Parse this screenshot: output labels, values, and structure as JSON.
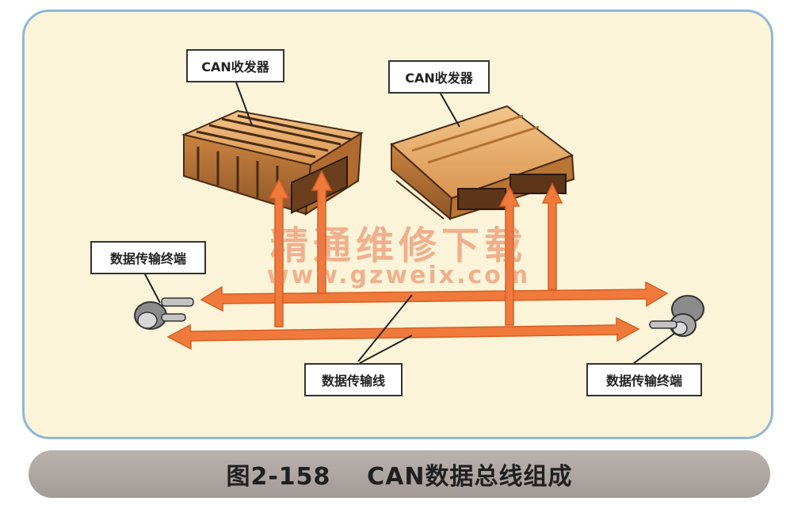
{
  "diagram": {
    "labels": {
      "transceiver_left": "CAN收发器",
      "transceiver_right": "CAN收发器",
      "terminal_left": "数据传输终端",
      "terminal_right": "数据传输终端",
      "data_line": "数据传输线"
    },
    "watermark": {
      "text_cn": "精通维修下载",
      "url": "www.gzweix.com"
    },
    "colors": {
      "panel_background": "#fbf4d8",
      "panel_border": "#8fb8d6",
      "bus_arrow": "#f07a3c",
      "module": "#e2a45e",
      "caption_bar": "#aaa29e"
    }
  },
  "caption": "图2-158    CAN数据总线组成"
}
